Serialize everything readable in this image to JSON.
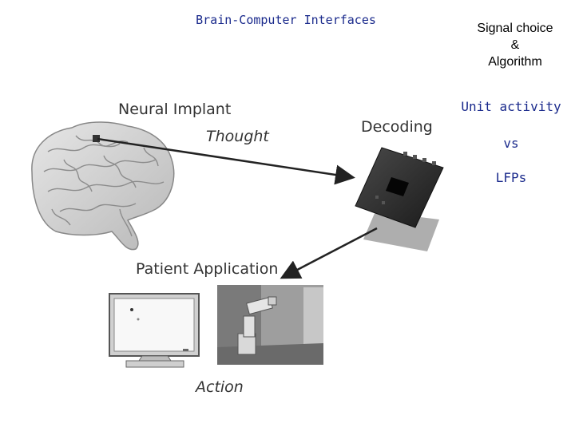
{
  "title": "Brain-Computer Interfaces",
  "side_panel": {
    "signal_choice": "Signal choice",
    "amp": "&",
    "algorithm": "Algorithm",
    "unit_activity": "Unit activity",
    "vs": "vs",
    "lfps": "LFPs"
  },
  "diagram": {
    "neural_implant": "Neural Implant",
    "thought": "Thought",
    "decoding": "Decoding",
    "patient_application": "Patient Application",
    "action": "Action"
  }
}
